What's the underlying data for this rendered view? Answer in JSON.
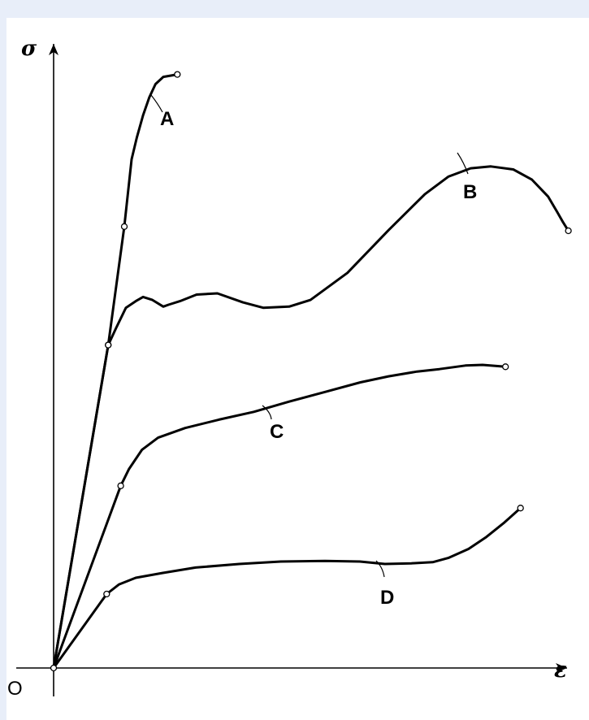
{
  "chart_data": {
    "type": "line",
    "title": "",
    "xlabel": "ε",
    "ylabel": "σ",
    "origin_label": "O",
    "grid": false,
    "legend": "none",
    "xlim": [
      0,
      100
    ],
    "ylim": [
      0,
      100
    ],
    "series": [
      {
        "name": "A",
        "x": [
          0,
          10.5,
          13.6,
          15.0,
          16.0,
          17.2,
          18.4,
          19.6,
          21.1,
          23.8
        ],
        "y": [
          0,
          53.7,
          73.4,
          84.6,
          88.2,
          91.9,
          94.9,
          97.1,
          98.3,
          98.7
        ],
        "markers": [
          [
            10.5,
            53.7
          ],
          [
            13.6,
            73.4
          ],
          [
            23.8,
            98.7
          ]
        ]
      },
      {
        "name": "B",
        "x": [
          0,
          10.5,
          12.0,
          13.9,
          15.8,
          17.2,
          19.0,
          21.1,
          22.1,
          24.3,
          27.5,
          31.5,
          36.4,
          40.3,
          45.3,
          49.4,
          56.5,
          64.4,
          71.4,
          75.9,
          80.2,
          84.1,
          88.4,
          92.0,
          95.1,
          96.8,
          98.0,
          99.0
        ],
        "y": [
          0,
          53.7,
          56.5,
          59.9,
          61.0,
          61.7,
          61.2,
          60.1,
          60.4,
          61.0,
          62.1,
          62.3,
          60.8,
          59.9,
          60.1,
          61.2,
          65.7,
          72.8,
          78.8,
          81.7,
          83.1,
          83.4,
          82.9,
          81.2,
          78.4,
          75.9,
          74.1,
          72.7
        ],
        "markers": [
          [
            10.5,
            53.7
          ],
          [
            99.0,
            72.7
          ]
        ]
      },
      {
        "name": "C",
        "x": [
          0,
          12.9,
          14.5,
          17.0,
          20.1,
          25.3,
          31.8,
          38.5,
          45.3,
          52.2,
          59.0,
          64.4,
          69.9,
          74.2,
          79.2,
          82.5,
          86.9
        ],
        "y": [
          0,
          30.3,
          33.1,
          36.3,
          38.3,
          39.9,
          41.3,
          42.6,
          44.3,
          45.9,
          47.5,
          48.5,
          49.3,
          49.7,
          50.3,
          50.4,
          50.1
        ],
        "markers": [
          [
            12.9,
            30.3
          ],
          [
            86.9,
            50.1
          ]
        ]
      },
      {
        "name": "D",
        "x": [
          0,
          10.2,
          12.6,
          15.8,
          20.9,
          27.3,
          35.7,
          43.7,
          52.2,
          58.9,
          63.7,
          68.8,
          72.9,
          75.9,
          79.8,
          83.1,
          86.7,
          89.8
        ],
        "y": [
          0,
          12.3,
          13.9,
          15.0,
          15.8,
          16.7,
          17.3,
          17.7,
          17.8,
          17.7,
          17.3,
          17.4,
          17.6,
          18.3,
          19.8,
          21.7,
          24.2,
          26.6
        ],
        "markers": [
          [
            10.2,
            12.3
          ],
          [
            89.8,
            26.6
          ]
        ]
      }
    ]
  }
}
